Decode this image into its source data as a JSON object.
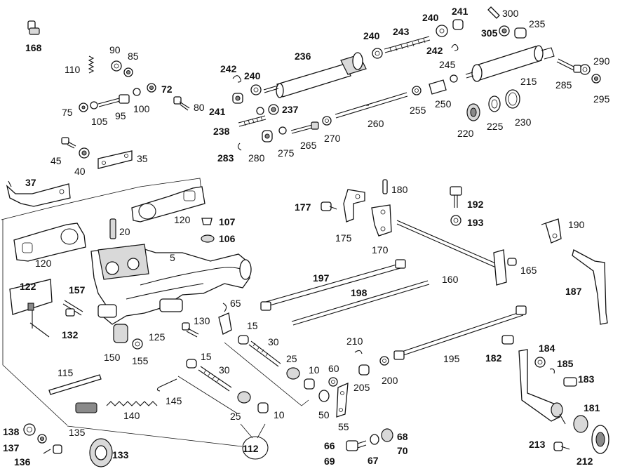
{
  "diagram": {
    "callouts": [
      {
        "id": "c-168",
        "text": "168",
        "bold": true
      },
      {
        "id": "c-110",
        "text": "110"
      },
      {
        "id": "c-90",
        "text": "90"
      },
      {
        "id": "c-85",
        "text": "85"
      },
      {
        "id": "c-72",
        "text": "72",
        "bold": true
      },
      {
        "id": "c-80",
        "text": "80"
      },
      {
        "id": "c-75",
        "text": "75"
      },
      {
        "id": "c-105",
        "text": "105"
      },
      {
        "id": "c-95",
        "text": "95"
      },
      {
        "id": "c-100",
        "text": "100"
      },
      {
        "id": "c-45",
        "text": "45"
      },
      {
        "id": "c-40",
        "text": "40"
      },
      {
        "id": "c-35",
        "text": "35"
      },
      {
        "id": "c-37",
        "text": "37",
        "bold": true
      },
      {
        "id": "c-242a",
        "text": "242",
        "bold": true
      },
      {
        "id": "c-240a",
        "text": "240",
        "bold": true
      },
      {
        "id": "c-236",
        "text": "236",
        "bold": true
      },
      {
        "id": "c-241a",
        "text": "241",
        "bold": true
      },
      {
        "id": "c-237",
        "text": "237",
        "bold": true
      },
      {
        "id": "c-238",
        "text": "238",
        "bold": true
      },
      {
        "id": "c-283",
        "text": "283",
        "bold": true
      },
      {
        "id": "c-280",
        "text": "280"
      },
      {
        "id": "c-275",
        "text": "275"
      },
      {
        "id": "c-265",
        "text": "265"
      },
      {
        "id": "c-270",
        "text": "270"
      },
      {
        "id": "c-260",
        "text": "260"
      },
      {
        "id": "c-255",
        "text": "255"
      },
      {
        "id": "c-250",
        "text": "250"
      },
      {
        "id": "c-240b",
        "text": "240",
        "bold": true
      },
      {
        "id": "c-243",
        "text": "243",
        "bold": true
      },
      {
        "id": "c-240c",
        "text": "240",
        "bold": true
      },
      {
        "id": "c-241b",
        "text": "241",
        "bold": true
      },
      {
        "id": "c-242b",
        "text": "242",
        "bold": true
      },
      {
        "id": "c-300",
        "text": "300"
      },
      {
        "id": "c-305",
        "text": "305",
        "bold": true
      },
      {
        "id": "c-235",
        "text": "235"
      },
      {
        "id": "c-245",
        "text": "245"
      },
      {
        "id": "c-215",
        "text": "215"
      },
      {
        "id": "c-290",
        "text": "290"
      },
      {
        "id": "c-285",
        "text": "285"
      },
      {
        "id": "c-295",
        "text": "295"
      },
      {
        "id": "c-220",
        "text": "220"
      },
      {
        "id": "c-225",
        "text": "225"
      },
      {
        "id": "c-230",
        "text": "230"
      },
      {
        "id": "c-120a",
        "text": "120"
      },
      {
        "id": "c-20",
        "text": "20"
      },
      {
        "id": "c-107",
        "text": "107",
        "bold": true
      },
      {
        "id": "c-106",
        "text": "106",
        "bold": true
      },
      {
        "id": "c-120b",
        "text": "120"
      },
      {
        "id": "c-5",
        "text": "5"
      },
      {
        "id": "c-122",
        "text": "122",
        "bold": true
      },
      {
        "id": "c-157",
        "text": "157",
        "bold": true
      },
      {
        "id": "c-132",
        "text": "132",
        "bold": true
      },
      {
        "id": "c-150",
        "text": "150"
      },
      {
        "id": "c-155",
        "text": "155"
      },
      {
        "id": "c-125",
        "text": "125"
      },
      {
        "id": "c-130",
        "text": "130"
      },
      {
        "id": "c-65",
        "text": "65"
      },
      {
        "id": "c-15a",
        "text": "15"
      },
      {
        "id": "c-30a",
        "text": "30"
      },
      {
        "id": "c-25a",
        "text": "25"
      },
      {
        "id": "c-10a",
        "text": "10"
      },
      {
        "id": "c-60",
        "text": "60"
      },
      {
        "id": "c-15b",
        "text": "15"
      },
      {
        "id": "c-30b",
        "text": "30"
      },
      {
        "id": "c-115",
        "text": "115"
      },
      {
        "id": "c-140",
        "text": "140"
      },
      {
        "id": "c-145",
        "text": "145"
      },
      {
        "id": "c-25b",
        "text": "25"
      },
      {
        "id": "c-10b",
        "text": "10"
      },
      {
        "id": "c-50",
        "text": "50"
      },
      {
        "id": "c-55",
        "text": "55"
      },
      {
        "id": "c-135",
        "text": "135"
      },
      {
        "id": "c-112",
        "text": "112",
        "bold": true
      },
      {
        "id": "c-138",
        "text": "138",
        "bold": true
      },
      {
        "id": "c-137",
        "text": "137",
        "bold": true
      },
      {
        "id": "c-136",
        "text": "136",
        "bold": true
      },
      {
        "id": "c-133",
        "text": "133",
        "bold": true
      },
      {
        "id": "c-177",
        "text": "177",
        "bold": true
      },
      {
        "id": "c-180",
        "text": "180"
      },
      {
        "id": "c-175",
        "text": "175"
      },
      {
        "id": "c-170",
        "text": "170"
      },
      {
        "id": "c-192",
        "text": "192",
        "bold": true
      },
      {
        "id": "c-193",
        "text": "193",
        "bold": true
      },
      {
        "id": "c-190",
        "text": "190"
      },
      {
        "id": "c-165",
        "text": "165"
      },
      {
        "id": "c-160",
        "text": "160"
      },
      {
        "id": "c-197",
        "text": "197",
        "bold": true
      },
      {
        "id": "c-198",
        "text": "198",
        "bold": true
      },
      {
        "id": "c-187",
        "text": "187",
        "bold": true
      },
      {
        "id": "c-210",
        "text": "210"
      },
      {
        "id": "c-205",
        "text": "205"
      },
      {
        "id": "c-200",
        "text": "200"
      },
      {
        "id": "c-195",
        "text": "195"
      },
      {
        "id": "c-182",
        "text": "182",
        "bold": true
      },
      {
        "id": "c-184",
        "text": "184",
        "bold": true
      },
      {
        "id": "c-185",
        "text": "185",
        "bold": true
      },
      {
        "id": "c-183",
        "text": "183",
        "bold": true
      },
      {
        "id": "c-181",
        "text": "181",
        "bold": true
      },
      {
        "id": "c-66",
        "text": "66",
        "bold": true
      },
      {
        "id": "c-69",
        "text": "69",
        "bold": true
      },
      {
        "id": "c-67",
        "text": "67",
        "bold": true
      },
      {
        "id": "c-68",
        "text": "68",
        "bold": true
      },
      {
        "id": "c-70",
        "text": "70",
        "bold": true
      },
      {
        "id": "c-213",
        "text": "213",
        "bold": true
      },
      {
        "id": "c-212",
        "text": "212",
        "bold": true
      }
    ]
  }
}
